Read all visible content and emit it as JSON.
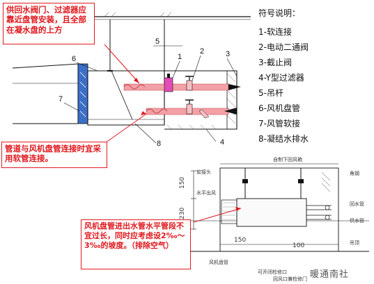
{
  "notes": {
    "top_left": "供回水阀门、过滤器应靠近盘管安装，且全部在凝水盘的上方",
    "middle_left": "管道与风机盘管连接时宜采用软管连接。",
    "bottom": "风机盘管进出水管水平管段不宜过长，同时应考虑设2‰～3‰的坡度。（排除空气）"
  },
  "legend": {
    "title": "符号说明：",
    "items": [
      "1-软连接",
      "2-电动二通阀",
      "3-截止阀",
      "4-Y型过滤器",
      "5-吊杆",
      "6-风机盘管",
      "7-风管软接",
      "8-凝结水排水"
    ]
  },
  "upper_callouts": [
    "1",
    "2",
    "3",
    "4",
    "5",
    "6",
    "7",
    "8"
  ],
  "lower_drawing": {
    "labels": {
      "top_right_text": "自制下回风箱",
      "left_soft": "软接头",
      "left_flat": "水平出风",
      "right_angle": "角钢",
      "return_water": "回水管",
      "supply_water": "供水管",
      "bottom_left": "风机盘管",
      "bottom_mid": "可开闭检修口",
      "bottom_center": "回风口兼检修门",
      "bottom_right": "吊顶"
    },
    "dimensions": [
      "150",
      "230",
      "150",
      "150",
      "100"
    ]
  },
  "watermark": "暖通南社",
  "colors": {
    "note_red": "#e0191f",
    "pipe_pink": "#f3a1a6",
    "coil_blue": "#3b6fc7",
    "line": "#111111"
  }
}
